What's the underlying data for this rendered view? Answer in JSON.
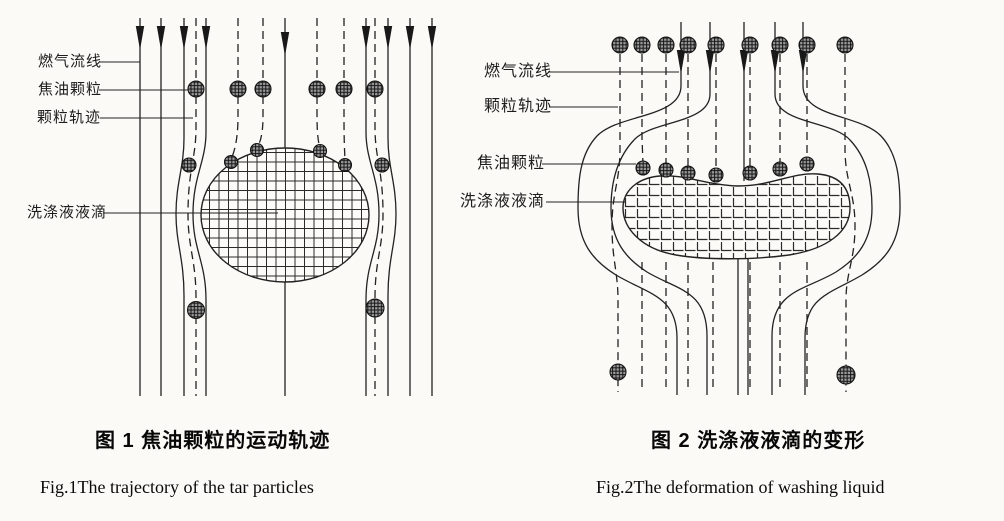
{
  "page": {
    "paper_color": "#fbfaf7",
    "ink_color": "#1c1c1c"
  },
  "figure1": {
    "labels": {
      "gas_streamline": "燃气流线",
      "tar_particle": "焦油颗粒",
      "particle_trajectory": "颗粒轨迹",
      "washing_droplet": "洗涤液液滴"
    },
    "caption_zh": "图 1 焦油颗粒的运动轨迹",
    "caption_en": "Fig.1The trajectory of the tar particles"
  },
  "figure2": {
    "labels": {
      "gas_streamline": "燃气流线",
      "particle_trajectory": "颗粒轨迹",
      "tar_particle": "焦油颗粒",
      "washing_droplet": "洗涤液液滴"
    },
    "caption_zh": "图 2 洗涤液液滴的变形",
    "caption_en": "Fig.2The deformation of washing liquid"
  }
}
